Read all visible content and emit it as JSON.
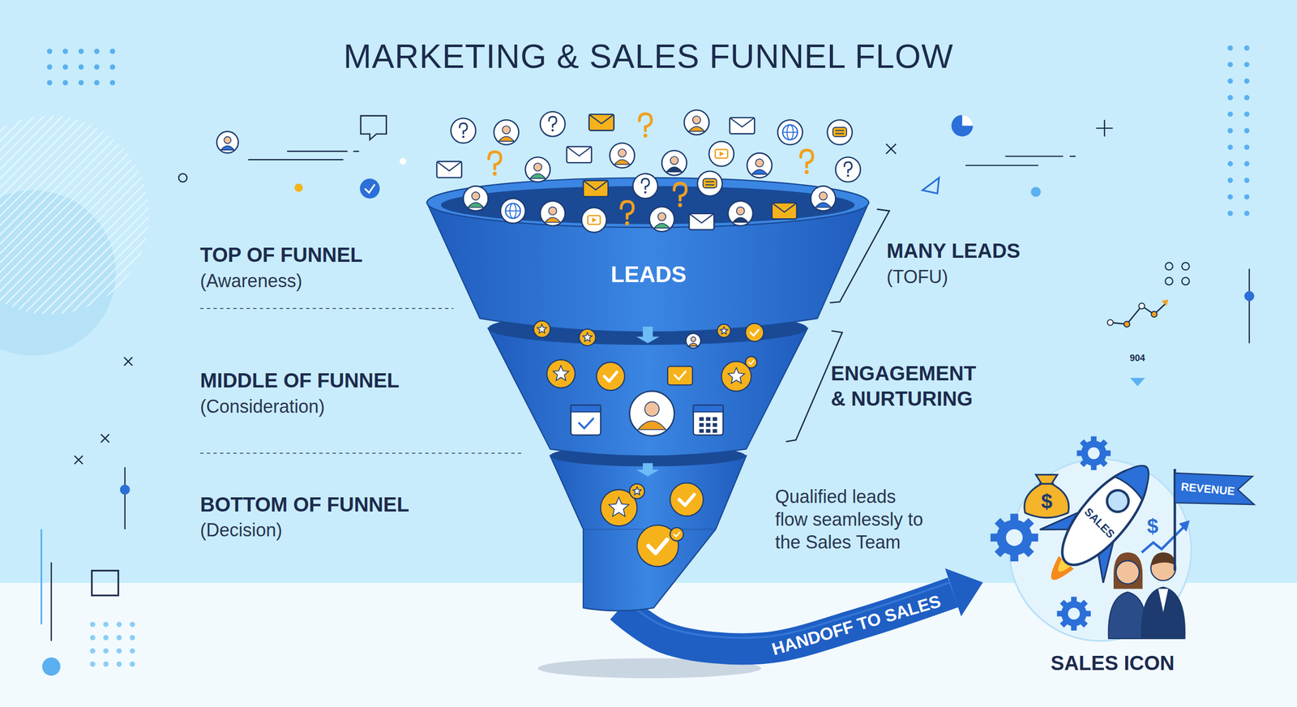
{
  "diagram": {
    "title": "MARKETING & SALES FUNNEL FLOW",
    "nodes": [
      {
        "text": [
          "LEADS"
        ]
      },
      {
        "text": [
          "SALES ICON"
        ]
      }
    ],
    "edges": [
      {
        "from": 0,
        "to": 1,
        "arrow": "to",
        "label": "HANDOFF TO SALES"
      }
    ],
    "labels": [
      "TOP OF FUNNEL",
      "(Awareness)",
      "MIDDLE OF FUNNEL",
      "(Consideration)",
      "BOTTOM OF FUNNEL",
      "(Decision)",
      "MANY LEADS",
      "(TOFU)",
      "ENGAGEMENT & NURTURING",
      "Qualified leads flow seamlessly to the Sales Team",
      "904",
      "$",
      "SALES",
      "REVENUE",
      "$"
    ]
  }
}
